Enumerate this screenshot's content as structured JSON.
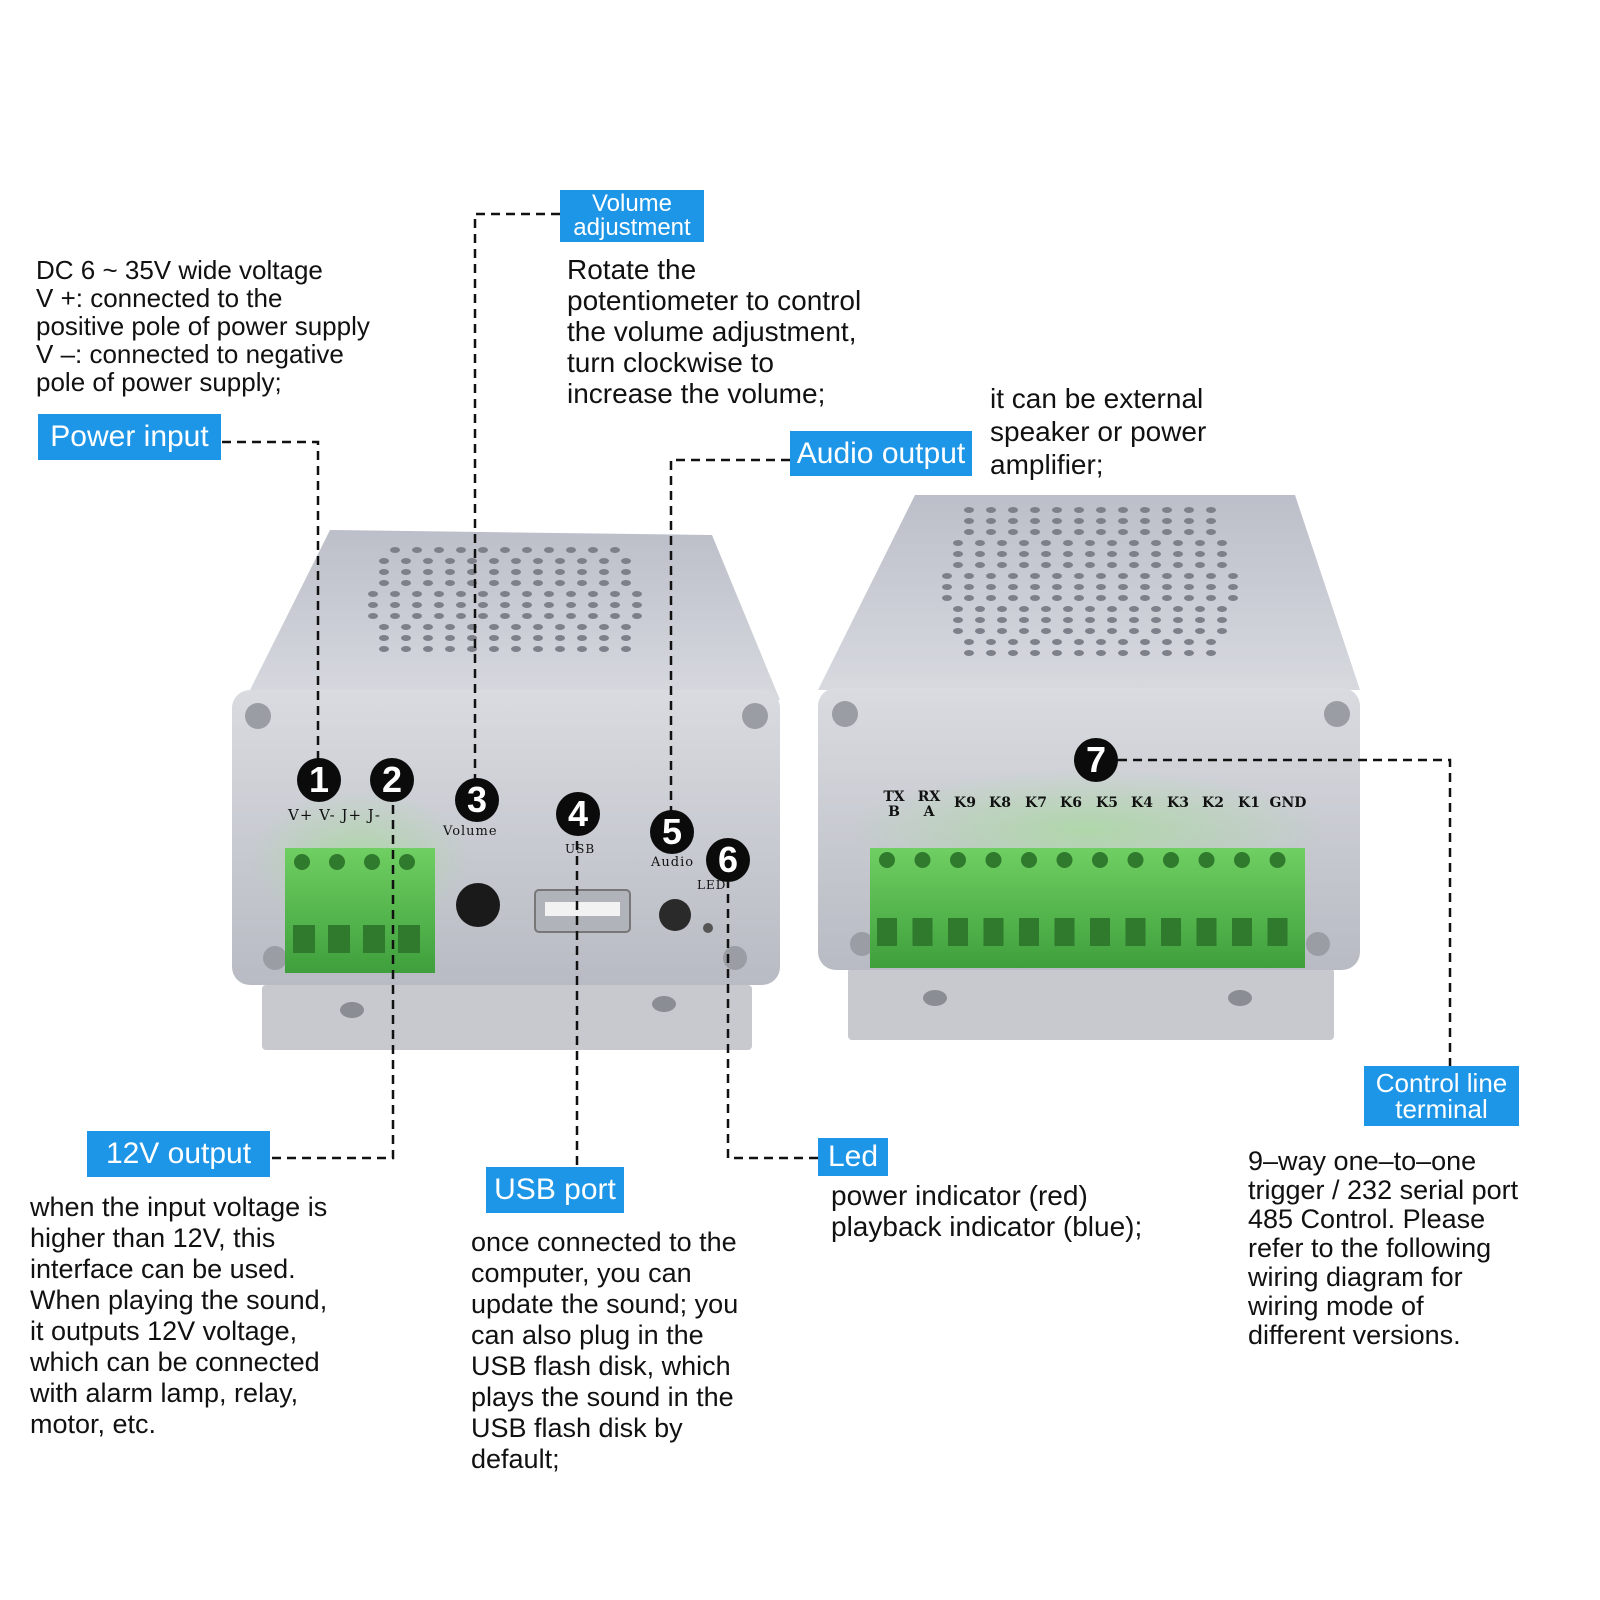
{
  "callouts": {
    "power_input": {
      "tag": "Power input",
      "desc": "DC 6 ~ 35V wide voltage\nV +: connected to the\npositive pole of power supply\nV –: connected to negative\npole of power supply;"
    },
    "volume": {
      "tag": "Volume\nadjustment",
      "desc": "Rotate the\npotentiometer to control\nthe volume adjustment,\nturn clockwise to\nincrease the volume;"
    },
    "audio_output": {
      "tag": "Audio output",
      "desc": "it can be external\nspeaker or power\namplifier;"
    },
    "output_12v": {
      "tag": "12V output",
      "desc": "when the input voltage is\nhigher than 12V, this\ninterface can be used.\nWhen playing the sound,\nit outputs 12V voltage,\nwhich can be connected\nwith alarm lamp, relay,\nmotor, etc."
    },
    "usb_port": {
      "tag": "USB port",
      "desc": "once connected to the\ncomputer, you can\nupdate the sound; you\ncan also plug in the\nUSB flash disk, which\nplays the sound in the\nUSB flash disk by\ndefault;"
    },
    "led": {
      "tag": "Led",
      "desc": "power indicator (red)\nplayback indicator (blue);"
    },
    "control_terminal": {
      "tag": "Control line\nterminal",
      "desc": "9–way one–to–one\ntrigger / 232 serial port\n485 Control. Please\nrefer to the following\nwiring diagram for\nwiring mode of\ndifferent versions."
    }
  },
  "markers": [
    "1",
    "2",
    "3",
    "4",
    "5",
    "6",
    "7"
  ],
  "front_panel": {
    "terminal_labels": "V+ V- J+ J-",
    "volume_label": "Volume",
    "usb_label": "USB",
    "audio_label": "Audio",
    "led_label": "LED"
  },
  "back_panel": {
    "terminals": [
      "TX\nB",
      "RX\nA",
      "K9",
      "K8",
      "K7",
      "K6",
      "K5",
      "K4",
      "K3",
      "K2",
      "K1",
      "GND"
    ]
  },
  "colors": {
    "tag_blue": "#1e96e8",
    "terminal_green": "#4db84a",
    "case_silver": "#c9ccd3"
  }
}
